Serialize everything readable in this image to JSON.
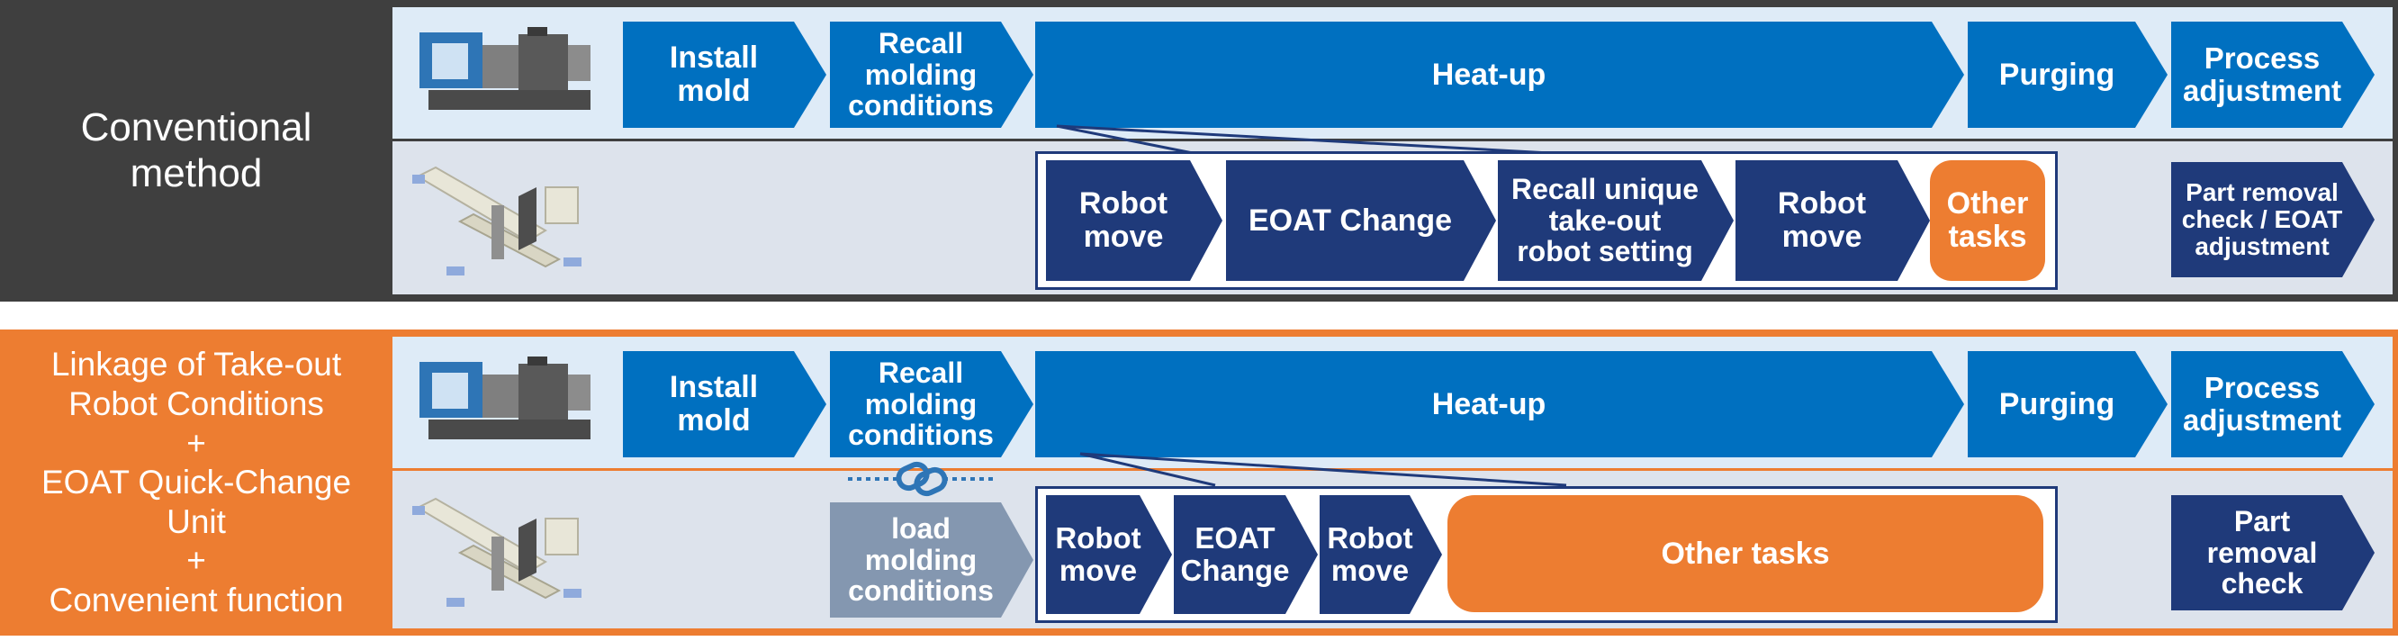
{
  "colors": {
    "dark_bg": "#3f3f3f",
    "orange": "#ed7d31",
    "blue": "#0070c0",
    "navy": "#1f3a7a",
    "lane_light": "#deebf7",
    "lane_grey": "#dde3ec",
    "grey_blue": "#8497b0"
  },
  "conventional": {
    "label": "Conventional\nmethod",
    "machine_steps": [
      "Install\nmold",
      "Recall\nmolding\nconditions",
      "Heat-up",
      "Purging",
      "Process\nadjustment"
    ],
    "robot_steps": [
      "Robot\nmove",
      "EOAT Change",
      "Recall unique\ntake-out\nrobot setting",
      "Robot\nmove"
    ],
    "robot_other": "Other\ntasks",
    "robot_final": "Part removal\ncheck / EOAT\nadjustment"
  },
  "linkage": {
    "label": "Linkage of Take-out\nRobot Conditions\n+\nEOAT Quick-Change\nUnit\n+\nConvenient function",
    "machine_steps": [
      "Install\nmold",
      "Recall\nmolding\nconditions",
      "Heat-up",
      "Purging",
      "Process\nadjustment"
    ],
    "load_step": "load\nmolding\nconditions",
    "robot_steps": [
      "Robot\nmove",
      "EOAT\nChange",
      "Robot\nmove"
    ],
    "robot_other": "Other tasks",
    "robot_final": "Part\nremoval\ncheck"
  },
  "icons": [
    "injection-molding-machine-icon",
    "take-out-robot-icon",
    "chain-link-icon"
  ]
}
